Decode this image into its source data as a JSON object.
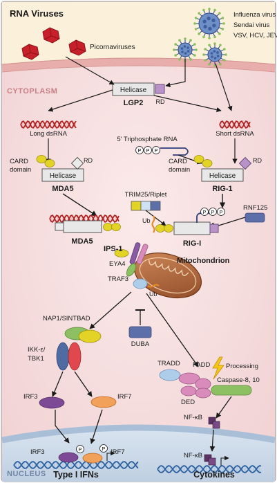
{
  "regions": {
    "outside_title": "RNA Viruses",
    "cytoplasm_label": "CYTOPLASM",
    "nucleus_label": "NUCLEUS"
  },
  "viruses": {
    "picorna_label": "Picornaviruses",
    "other_labels": [
      "Influenza virus",
      "Sendai virus",
      "VSV, HCV, JEV etc"
    ]
  },
  "lgp2": {
    "helicase": "Helicase",
    "name": "LGP2",
    "rd": "RD"
  },
  "rna": {
    "long": "Long dsRNA",
    "short": "Short dsRNA",
    "triphosphate": "5' Triphosphate RNA",
    "p": "P"
  },
  "mda5": {
    "card": "CARD",
    "domain": "domain",
    "helicase": "Helicase",
    "rd": "RD",
    "name": "MDA5",
    "name2": "MDA5"
  },
  "rig": {
    "card": "CARD",
    "domain": "domain",
    "helicase": "Helicase",
    "rd": "RD",
    "name": "RIG-1",
    "name2": "RIG-I"
  },
  "trim25": "TRIM25/Riplet",
  "rnf125": "RNF125",
  "ub": "Ub",
  "ips1": "IPS-1",
  "eya4": "EYA4",
  "traf3": "TRAF3",
  "mitochondrion": "Mitochondrion",
  "nap1": "NAP1/SINTBAD",
  "ikk": [
    "IKK-ε/",
    "TBK1"
  ],
  "duba": "DUBA",
  "tradd": "TRADD",
  "fadd": "FADD",
  "processing": "Processing",
  "ded": "DED",
  "caspase": "Caspase-8, 10",
  "irf3": "IRF3",
  "irf7": "IRF7",
  "nfkb": "NF-κB",
  "nucleus": {
    "irf3": "IRF3",
    "irf7": "IRF7",
    "p": "P",
    "nfkb": "NF-κB"
  },
  "outputs": {
    "ifn": "Type I IFNs",
    "cytokines": "Cytokines"
  },
  "colors": {
    "outside_bg": "#fbf1da",
    "cytoplasm_bg": "#f8e3e3",
    "membrane": "#e9b1ae",
    "nucleus_bg": "#cfdcea",
    "virus_red": "#c8202a",
    "virus_blue": "#3f5e9c",
    "virus_green": "#8cbf5b",
    "rna_red": "#b22222",
    "card_yellow": "#e2d326",
    "rd_purple": "#b992c9",
    "irf3_purple": "#7d4a95",
    "irf7_orange": "#f2a15a",
    "green_ellipse": "#8cc063",
    "pink_ellipse": "#d98bbb",
    "blue_ellipse": "#aecde9",
    "ikk_blue": "#4f6ba1",
    "ikk_red": "#e0484e",
    "duba_blue": "#5d6fa8",
    "nfkb_purple": "#5a3263",
    "mito_brown": "#b86a3c",
    "text_dark": "#1a1a1a"
  }
}
